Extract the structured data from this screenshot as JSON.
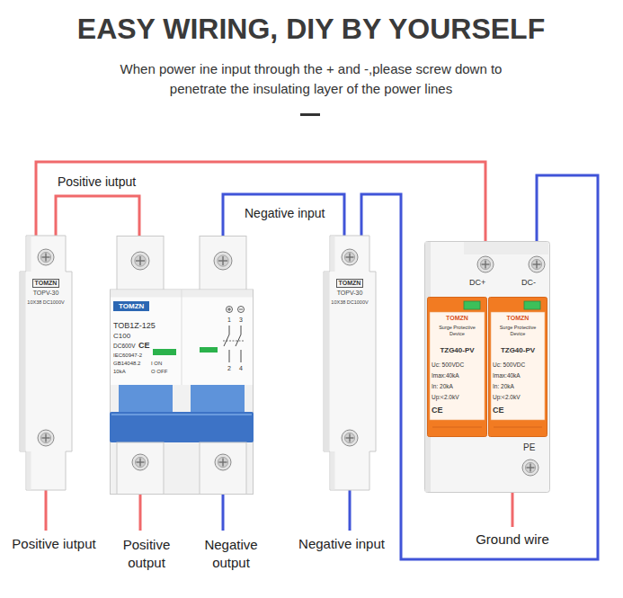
{
  "diagram": {
    "title": "EASY WIRING, DIY BY YOURSELF",
    "nodes": [
      {
        "text": [
          "TOMZN",
          "TOPV-30",
          "10X38 DC1000V"
        ]
      },
      {
        "text": [
          "TOMZN",
          "TOB1Z-125",
          "C100",
          "DC600V",
          "CE",
          "IEC60947-2",
          "GB14048.2",
          "I ON",
          "10kA",
          "O OFF",
          "1",
          "3",
          "2",
          "4"
        ]
      },
      {
        "text": [
          "TOMZN",
          "TOPV-30",
          "10X38 DC1000V"
        ]
      },
      {
        "text": [
          "DC+",
          "DC-",
          "PE"
        ]
      },
      {
        "text": [
          "TOMZN",
          "Surge Protective Device",
          "TZG40-PV",
          "Uc: 500VDC",
          "Imax:40kA",
          "In: 20kA",
          "Up:<2.0kV",
          "CE"
        ],
        "in": 3
      },
      {
        "text": [
          "TOMZN",
          "Surge Protective Device",
          "TZG40-PV",
          "Uc: 500VDC",
          "Imax:40kA",
          "In: 20kA",
          "Up:<2.0kV",
          "CE"
        ],
        "in": 3
      }
    ],
    "edges": [
      {
        "from": 0,
        "to": 1,
        "arrow": "none",
        "label": "Positive iutput"
      },
      {
        "from": 0,
        "to": 3,
        "arrow": "none"
      },
      {
        "from": 2,
        "to": 1,
        "arrow": "none",
        "label": "Negative input"
      },
      {
        "from": 2,
        "to": 3,
        "arrow": "none"
      }
    ],
    "labels": [
      "When power ine input through the + and -,please screw down to penetrate the insulating layer of the power lines",
      "Positive iutput",
      "Positive output",
      "Negative output",
      "Negative input",
      "Ground wire"
    ]
  }
}
